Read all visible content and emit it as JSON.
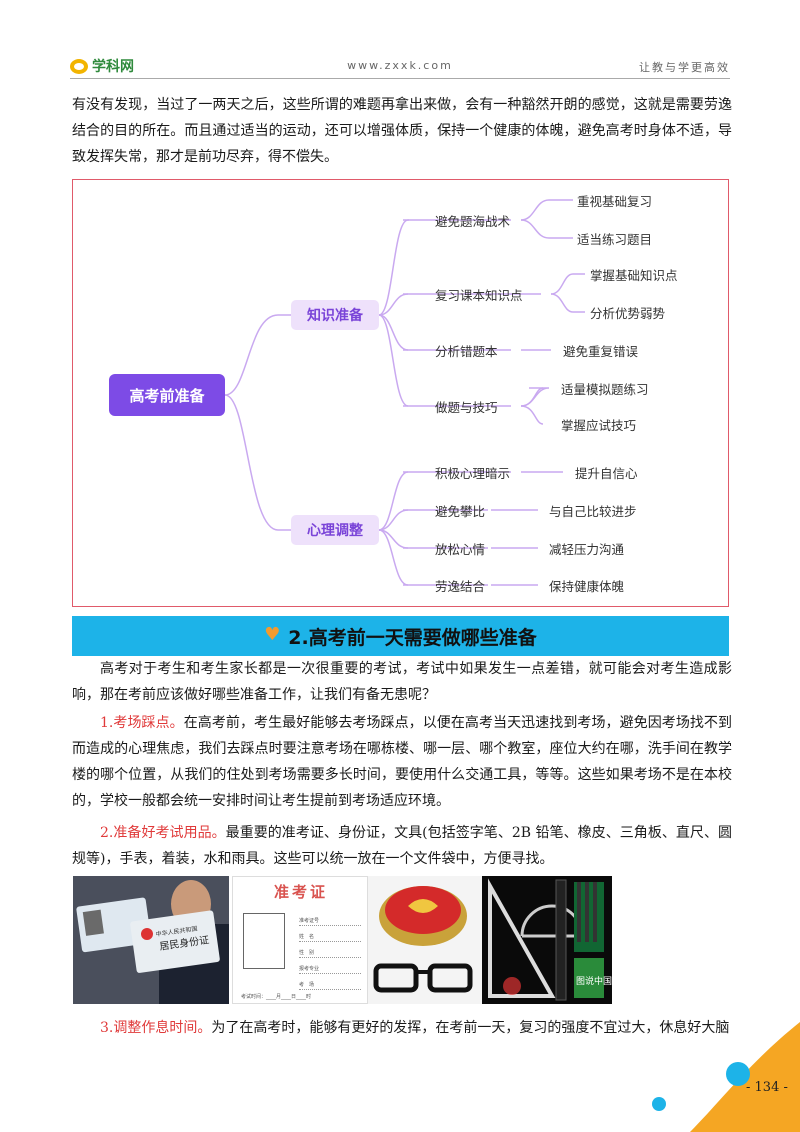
{
  "header": {
    "logo_text": "学科网",
    "site_url": "www.zxxk.com",
    "slogan": "让教与学更高效"
  },
  "intro_paragraph": "有没有发现，当过了一两天之后，这些所谓的难题再拿出来做，会有一种豁然开朗的感觉，这就是需要劳逸结合的目的所在。而且通过适当的运动，还可以增强体质，保持一个健康的体魄，避免高考时身体不适，导致发挥失常，那才是前功尽弃，得不偿失。",
  "mindmap": {
    "root": "高考前准备",
    "branches": [
      {
        "label": "知识准备",
        "children": [
          {
            "label": "避免题海战术",
            "leaves": [
              "重视基础复习",
              "适当练习题目"
            ]
          },
          {
            "label": "复习课本知识点",
            "leaves": [
              "掌握基础知识点",
              "分析优势弱势"
            ]
          },
          {
            "label": "分析错题本",
            "leaves": [
              "避免重复错误"
            ]
          },
          {
            "label": "做题与技巧",
            "leaves": [
              "适量模拟题练习",
              "掌握应试技巧"
            ]
          }
        ]
      },
      {
        "label": "心理调整",
        "children": [
          {
            "label": "积极心理暗示",
            "leaves": [
              "提升自信心"
            ]
          },
          {
            "label": "避免攀比",
            "leaves": [
              "与自己比较进步"
            ]
          },
          {
            "label": "放松心情",
            "leaves": [
              "减轻压力沟通"
            ]
          },
          {
            "label": "劳逸结合",
            "leaves": [
              "保持健康体魄"
            ]
          }
        ]
      }
    ]
  },
  "section": {
    "title": "2.高考前一天需要做哪些准备"
  },
  "paragraphs": {
    "p1": "高考对于考生和考生家长都是一次很重要的考试，考试中如果发生一点差错，就可能会对考生造成影响，那在考前应该做好哪些准备工作，让我们有备无患呢？",
    "p2_lead": "1.考场踩点。",
    "p2_body": "在高考前，考生最好能够去考场踩点，以便在高考当天迅速找到考场，避免因考场找不到而造成的心理焦虑，我们去踩点时要注意考场在哪栋楼、哪一层、哪个教室，座位大约在哪，洗手间在教学楼的哪个位置，从我们的住处到考场需要多长时间，要使用什么交通工具，等等。这些如果考场不是在本校的，学校一般都会统一安排时间让考生提前到考场适应环境。",
    "p3_lead": "2.准备好考试用品。",
    "p3_body": "最重要的准考证、身份证，文具(包括签字笔、2B 铅笔、橡皮、三角板、直尺、圆规等)，手表，着装，水和雨具。这些可以统一放在一个文件袋中，方便寻找。",
    "p4_lead": "3.调整作息时间。",
    "p4_body": "为了在高考时，能够有更好的发挥，在考前一天，复习的强度不宜过大，休息好大脑"
  },
  "images": {
    "id_card_title": "中华人民共和国",
    "id_card_sub": "居民身份证",
    "ticket_title": "准考证",
    "ticket_fields": [
      "准考证号",
      "姓　名",
      "性　别",
      "报考专业",
      "考　场"
    ],
    "ticket_footer": "考试时间：____月____日____时",
    "watermark": "图说中国"
  },
  "page_number": "- 134 -",
  "colors": {
    "accent_red": "#e03a3a",
    "section_bg": "#1db3e8",
    "mindmap_root": "#7d4be6",
    "mindmap_branch_bg": "#eee1fb",
    "mindmap_border": "#e05a6a",
    "corner": "#f5a623"
  }
}
